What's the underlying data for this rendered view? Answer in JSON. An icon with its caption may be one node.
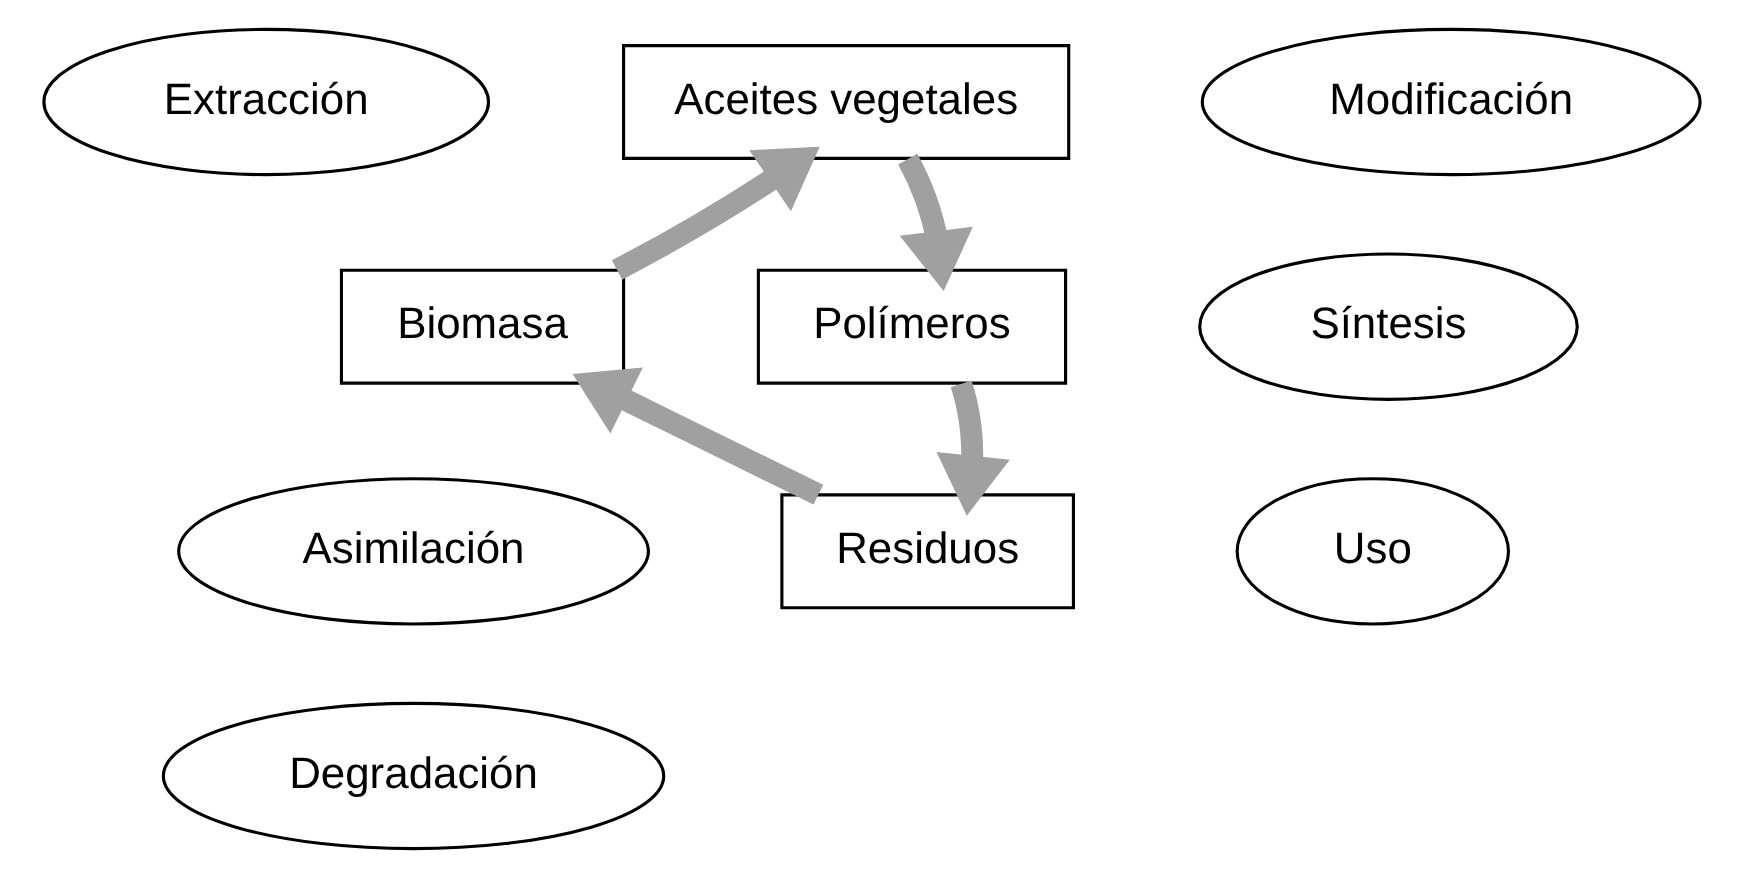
{
  "diagram": {
    "nodes": [
      {
        "text": [
          "Extracción"
        ]
      },
      {
        "text": [
          "Aceites vegetales"
        ]
      },
      {
        "text": [
          "Modificación"
        ]
      },
      {
        "text": [
          "Síntesis"
        ]
      },
      {
        "text": [
          "Biomasa"
        ]
      },
      {
        "text": [
          "Polímeros"
        ]
      },
      {
        "text": [
          "Asimilación"
        ]
      },
      {
        "text": [
          "Uso"
        ]
      },
      {
        "text": [
          "Residuos"
        ]
      },
      {
        "text": [
          "Degradación"
        ]
      }
    ],
    "edges": [
      {
        "from": 4,
        "to": 1,
        "arrow": "to"
      },
      {
        "from": 1,
        "to": 5,
        "arrow": "to"
      },
      {
        "from": 5,
        "to": 8,
        "arrow": "to"
      },
      {
        "from": 8,
        "to": 4,
        "arrow": "to"
      }
    ]
  }
}
